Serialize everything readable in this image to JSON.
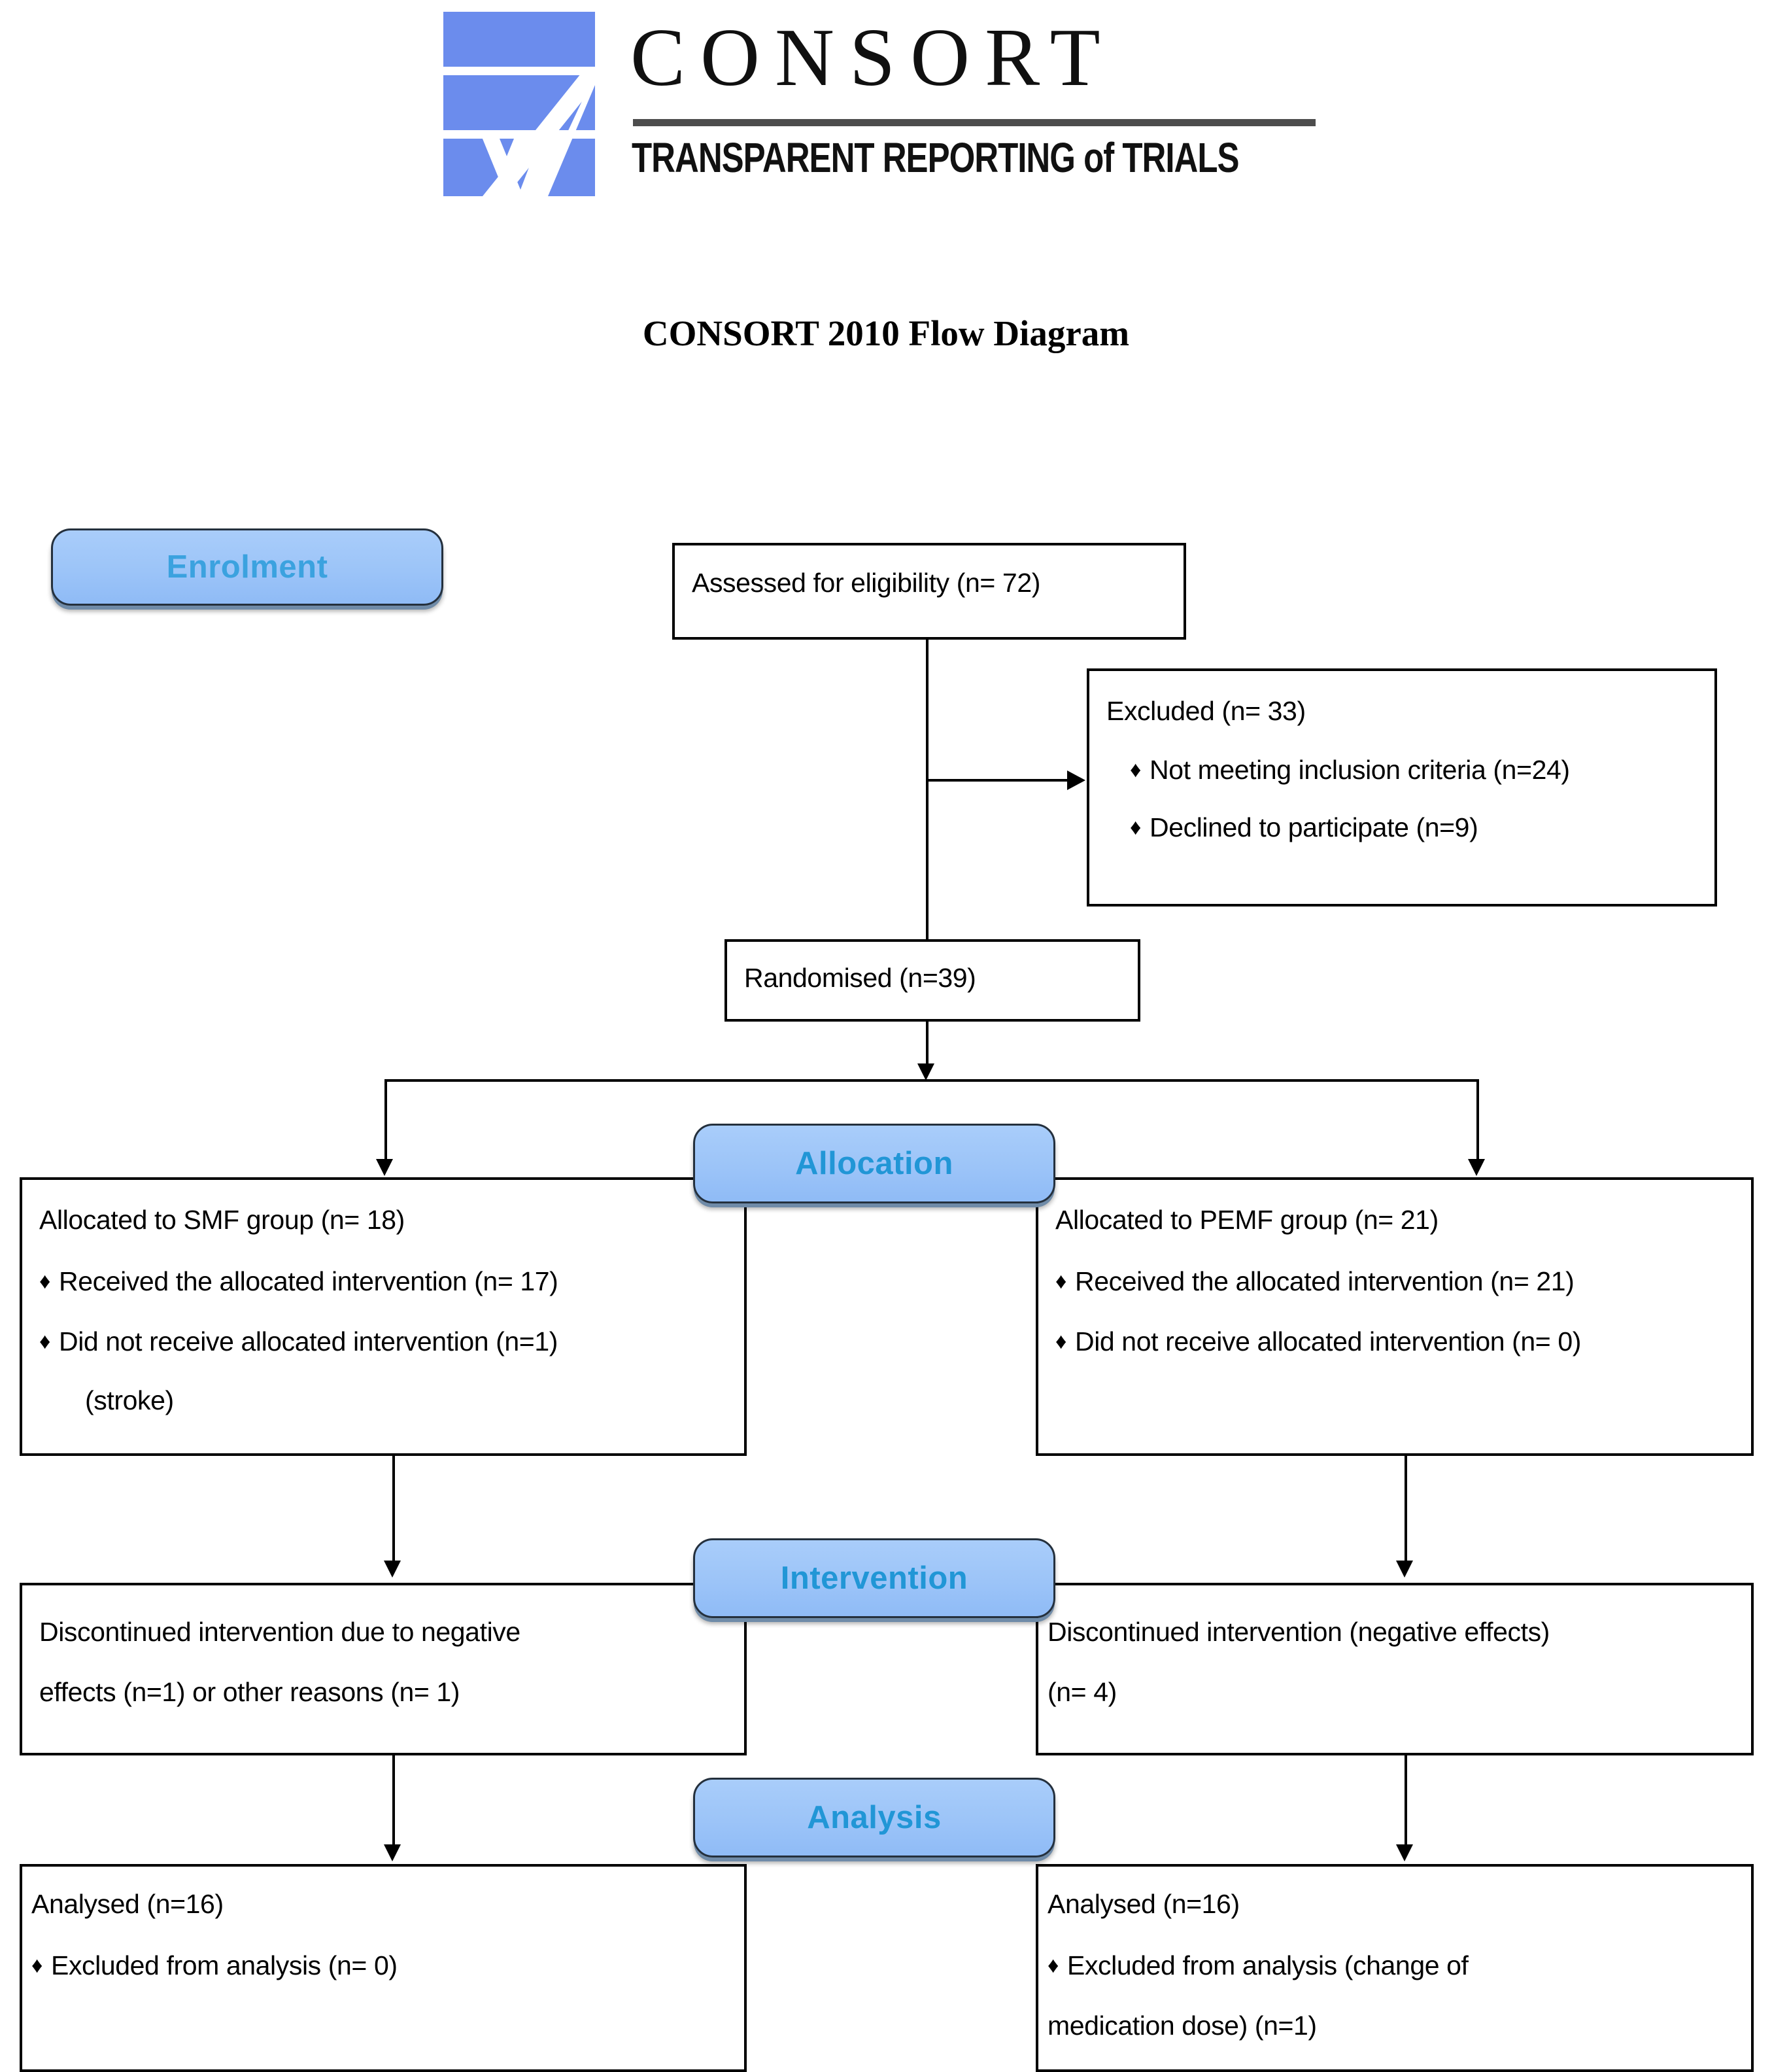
{
  "logo": {
    "wordmark": "CONSORT",
    "tagline": "TRANSPARENT REPORTING of TRIALS",
    "mark_color": "#6b8ced"
  },
  "page_title": "CONSORT 2010 Flow Diagram",
  "colors": {
    "stage_fill": "#9cc4f8",
    "stage_text": "#2196d6",
    "box_border": "#000000",
    "connector": "#000000"
  },
  "stages": {
    "enrolment": "Enrolment",
    "allocation": "Allocation",
    "intervention": "Intervention",
    "analysis": "Analysis"
  },
  "nodes": {
    "assessed": {
      "line1": "Assessed for eligibility (n= 72)"
    },
    "excluded": {
      "heading": "Excluded   (n= 33)",
      "bullets": [
        "Not meeting inclusion criteria (n=24)",
        "Declined to participate (n=9)"
      ],
      "bullet_glyph": "♦"
    },
    "randomised": {
      "line1": "Randomised (n=39)"
    },
    "alloc_left": {
      "heading": "Allocated to SMF group (n= 18)",
      "bullets": [
        "Received the allocated intervention (n= 17)",
        "Did not receive allocated intervention (n=1)"
      ],
      "sub": "(stroke)",
      "bullet_glyph": "♦"
    },
    "alloc_right": {
      "heading": "Allocated to PEMF group   (n= 21)",
      "bullets": [
        "Received the allocated intervention (n= 21)",
        "Did not receive allocated intervention (n= 0)"
      ],
      "bullet_glyph": "♦"
    },
    "interv_left": {
      "line1": "Discontinued intervention due to negative",
      "line2": "effects (n=1) or other reasons (n= 1)"
    },
    "interv_right": {
      "line1": "Discontinued intervention (negative effects)",
      "line2": "(n= 4)"
    },
    "analysis_left": {
      "heading": "Analysed   (n=16)",
      "bullets": [
        "Excluded from analysis (n= 0)"
      ],
      "bullet_glyph": "♦"
    },
    "analysis_right": {
      "heading": "Analysed   (n=16)",
      "bullets": [
        "Excluded from analysis (change of",
        "medication dose) (n=1)"
      ],
      "bullet_glyph": "♦"
    }
  },
  "flow_data": {
    "type": "flow-diagram",
    "assessed_for_eligibility": 72,
    "excluded_total": 33,
    "excluded_not_meeting_criteria": 24,
    "excluded_declined": 9,
    "randomised": 39,
    "smf_allocated": 18,
    "smf_received": 17,
    "smf_not_received": 1,
    "pemf_allocated": 21,
    "pemf_received": 21,
    "pemf_not_received": 0,
    "smf_discontinued_negative": 1,
    "smf_discontinued_other": 1,
    "pemf_discontinued_negative": 4,
    "smf_analysed": 16,
    "smf_excluded_from_analysis": 0,
    "pemf_analysed": 16,
    "pemf_excluded_from_analysis": 1
  }
}
